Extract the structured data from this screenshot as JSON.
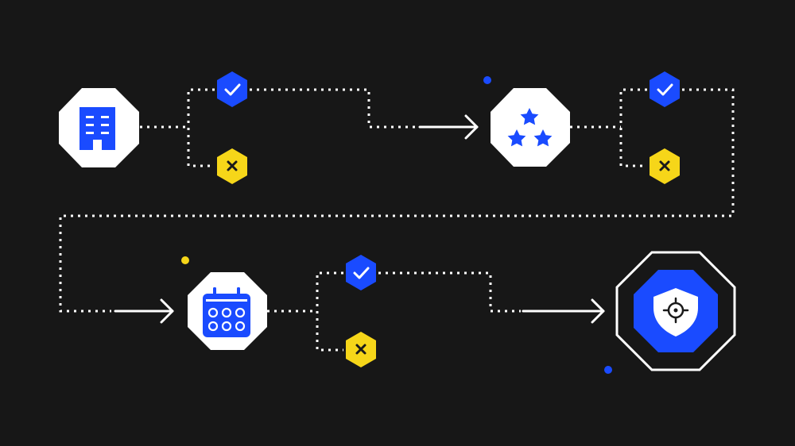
{
  "colors": {
    "background": "#171717",
    "connector": "#ffffff",
    "node_fill": "#ffffff",
    "accent_blue": "#1a4bff",
    "accent_yellow": "#f6d619",
    "icon_dark": "#1a1a1a"
  },
  "nodes": [
    {
      "id": "building",
      "icon": "building-icon"
    },
    {
      "id": "rating",
      "icon": "three-stars-icon"
    },
    {
      "id": "calendar",
      "icon": "calendar-icon"
    },
    {
      "id": "security",
      "icon": "shield-target-icon"
    }
  ],
  "decisions": [
    {
      "after": "building",
      "approve": "check-icon",
      "reject": "x-icon"
    },
    {
      "after": "rating",
      "approve": "check-icon",
      "reject": "x-icon"
    },
    {
      "after": "calendar",
      "approve": "check-icon",
      "reject": "x-icon"
    }
  ]
}
